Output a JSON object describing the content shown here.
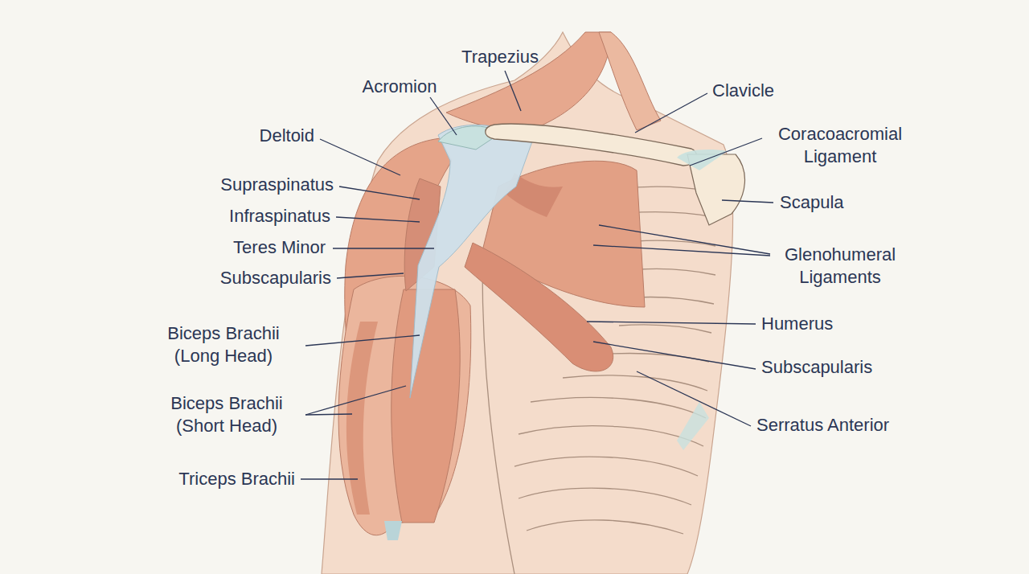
{
  "diagram": {
    "labels": [
      "Trapezius",
      "Acromion",
      "Clavicle",
      "Deltoid",
      "Coracoacromial Ligament",
      "Supraspinatus",
      "Scapula",
      "Infraspinatus",
      "Teres Minor",
      "Glenohumeral Ligaments",
      "Subscapularis",
      "Biceps Brachii (Long Head)",
      "Humerus",
      "Subscapularis",
      "Serratus Anterior",
      "Biceps Brachii (Short Head)",
      "Triceps Brachii"
    ]
  }
}
